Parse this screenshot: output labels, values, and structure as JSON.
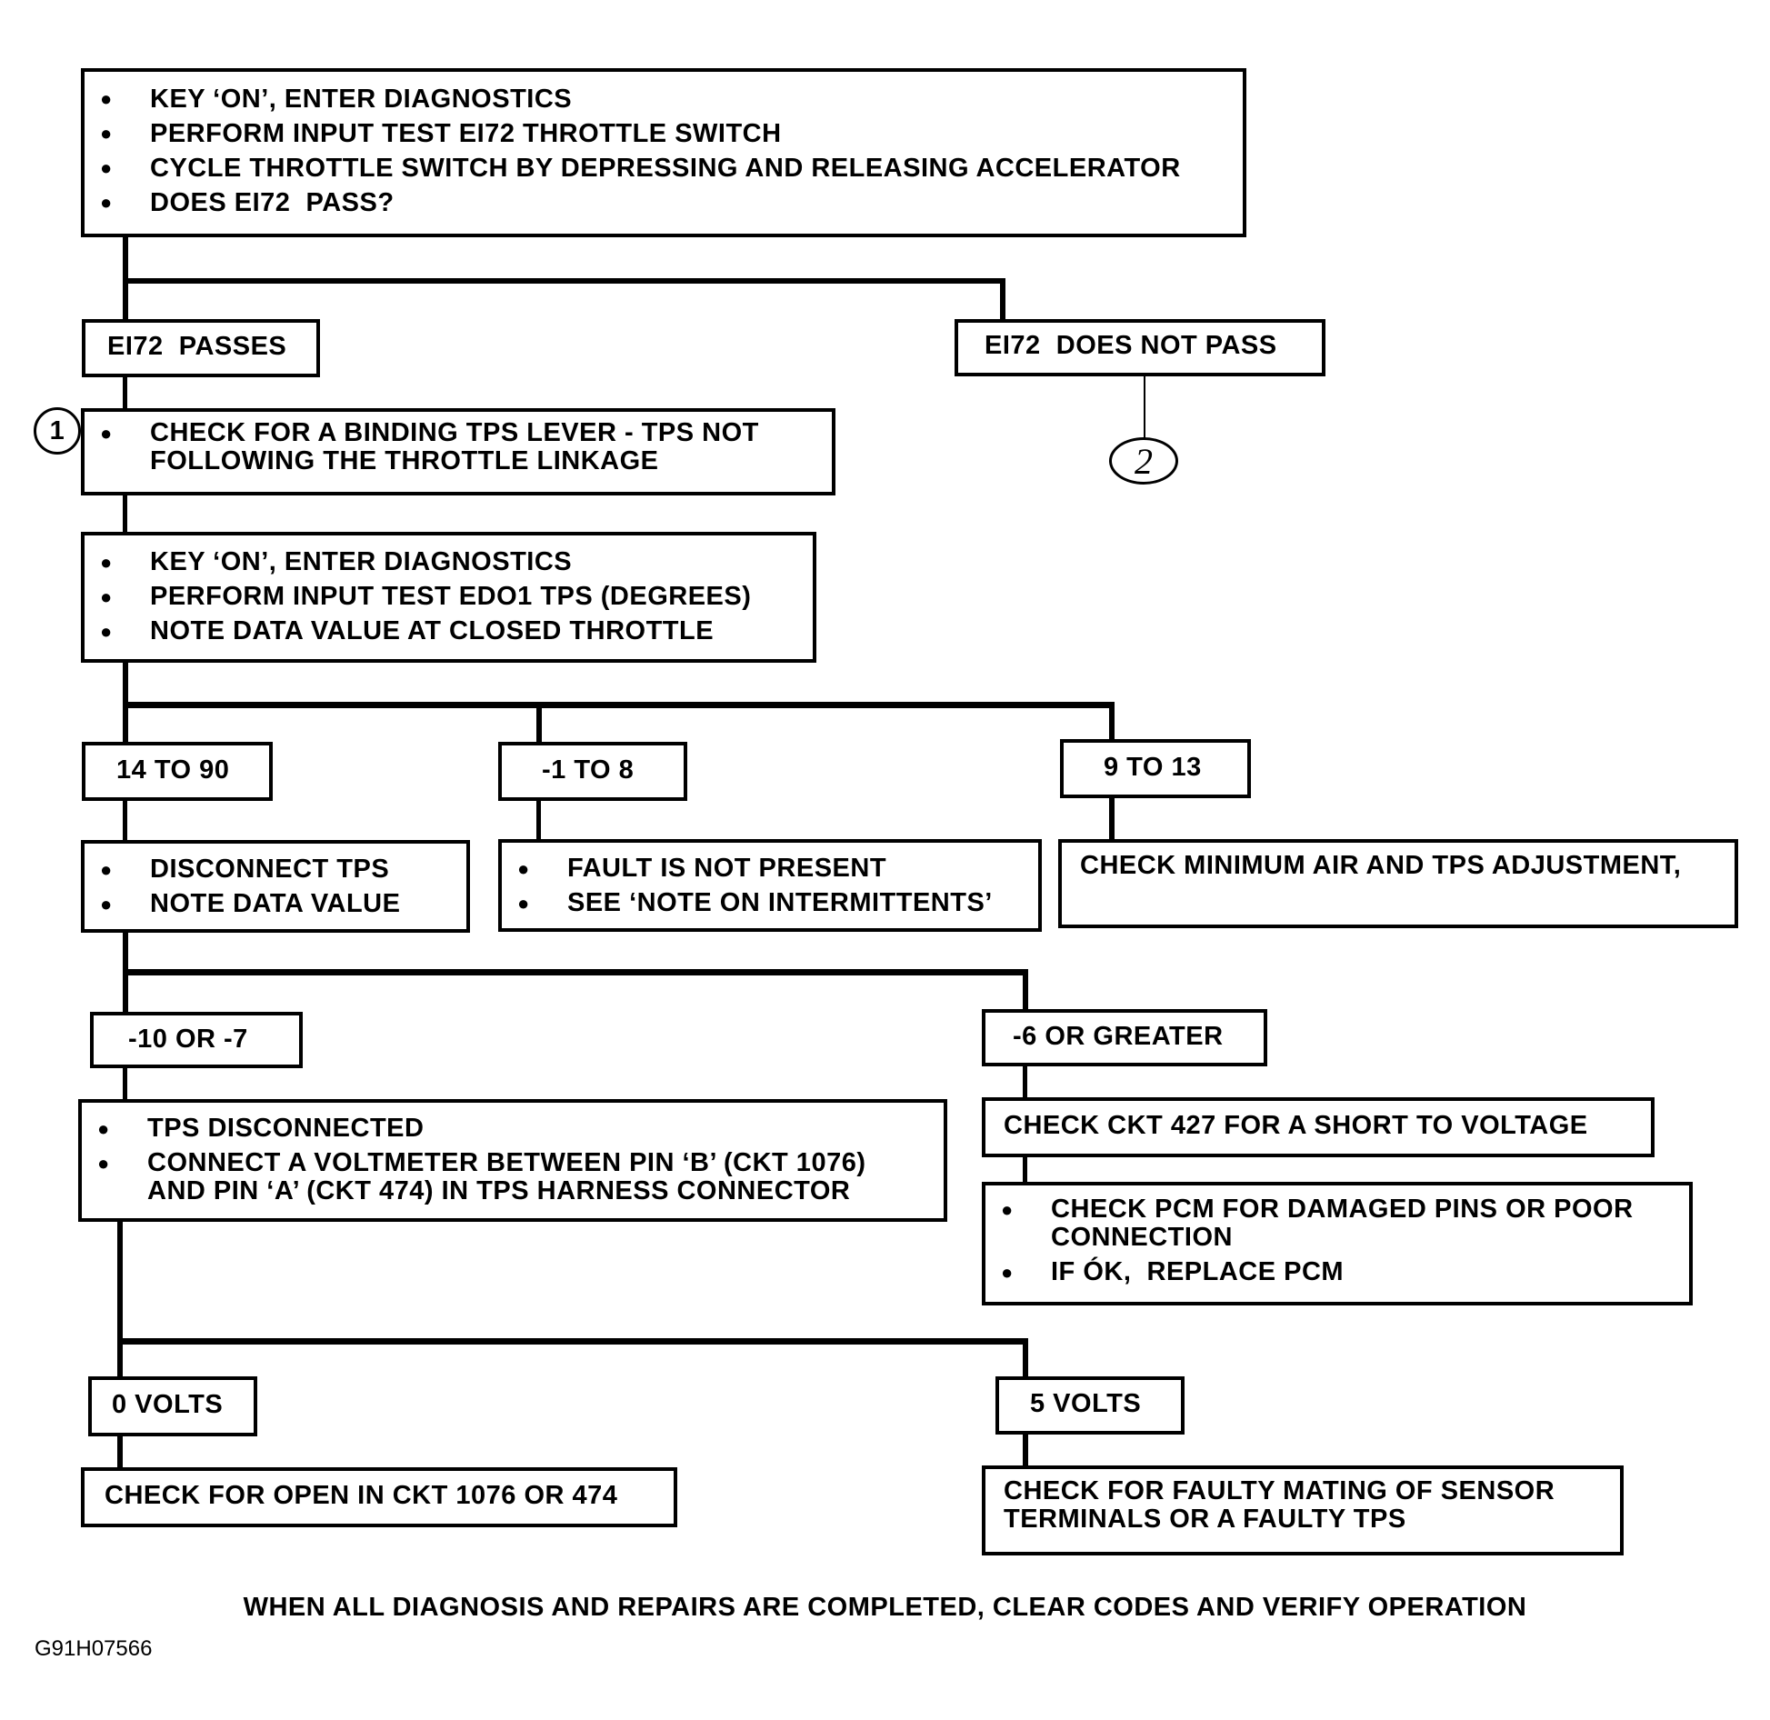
{
  "steps": {
    "initial": {
      "items": [
        "KEY ‘ON’, ENTER DIAGNOSTICS",
        "PERFORM INPUT TEST EI72 THROTTLE SWITCH",
        "CYCLE THROTTLE SWITCH BY DEPRESSING AND RELEASING ACCELERATOR",
        "DOES EI72  PASS?"
      ]
    },
    "passes": "EI72  PASSES",
    "does_not_pass": "EI72  DOES NOT PASS",
    "binding_check": {
      "marker": "1",
      "items": [
        "CHECK FOR A BINDING TPS LEVER - TPS NOT\nFOLLOWING THE THROTTLE LINKAGE"
      ]
    },
    "ref_marker": "2",
    "tps_test": {
      "items": [
        "KEY ‘ON’, ENTER DIAGNOSTICS",
        "PERFORM INPUT TEST EDO1 TPS (DEGREES)",
        "NOTE DATA VALUE AT CLOSED THROTTLE"
      ]
    },
    "range_14_90": "14 TO 90",
    "range_neg1_8": "-1 TO 8",
    "range_9_13": "9 TO 13",
    "disconnect": {
      "items": [
        "DISCONNECT TPS",
        "NOTE DATA VALUE"
      ]
    },
    "fault_not_present": {
      "items": [
        "FAULT IS NOT PRESENT",
        "SEE ‘NOTE ON INTERMITTENTS’"
      ]
    },
    "min_air": "CHECK MINIMUM AIR AND TPS ADJUSTMENT,",
    "neg10_neg7": "-10 OR -7",
    "neg6_greater": "-6 OR GREATER",
    "voltmeter": {
      "items": [
        "TPS DISCONNECTED",
        "CONNECT A VOLTMETER BETWEEN PIN ‘B’ (CKT 1076)\nAND PIN ‘A’ (CKT 474) IN TPS HARNESS CONNECTOR"
      ]
    },
    "ckt427": "CHECK CKT 427 FOR A SHORT TO VOLTAGE",
    "pcm": {
      "items": [
        "CHECK PCM FOR DAMAGED PINS OR POOR\nCONNECTION",
        "IF ÓK,  REPLACE PCM"
      ]
    },
    "zero_volts": "0 VOLTS",
    "five_volts": "5 VOLTS",
    "open_ckt": "CHECK FOR OPEN IN CKT 1076 OR 474",
    "faulty_mating": "CHECK FOR FAULTY MATING OF SENSOR\nTERMINALS OR A FAULTY TPS"
  },
  "footer": "WHEN ALL DIAGNOSIS AND REPAIRS ARE COMPLETED, CLEAR CODES AND VERIFY OPERATION",
  "figure_code": "G91H07566"
}
